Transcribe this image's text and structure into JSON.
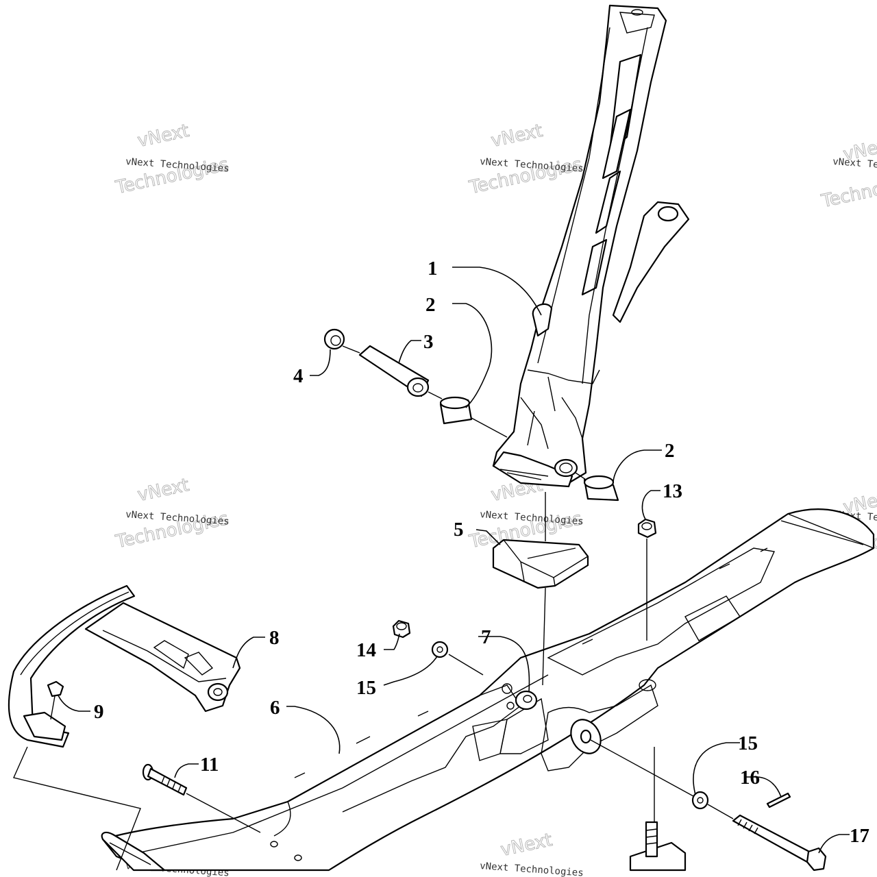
{
  "callouts": {
    "c1": "1",
    "c2a": "2",
    "c2b": "2",
    "c3": "3",
    "c4": "4",
    "c5": "5",
    "c6": "6",
    "c7": "7",
    "c8": "8",
    "c9": "9",
    "c11": "11",
    "c13": "13",
    "c14": "14",
    "c15a": "15",
    "c15b": "15",
    "c16": "16",
    "c17": "17"
  },
  "watermark": {
    "line1": "vNext",
    "line2": "vNext Technologies",
    "line3": "Technologies"
  }
}
